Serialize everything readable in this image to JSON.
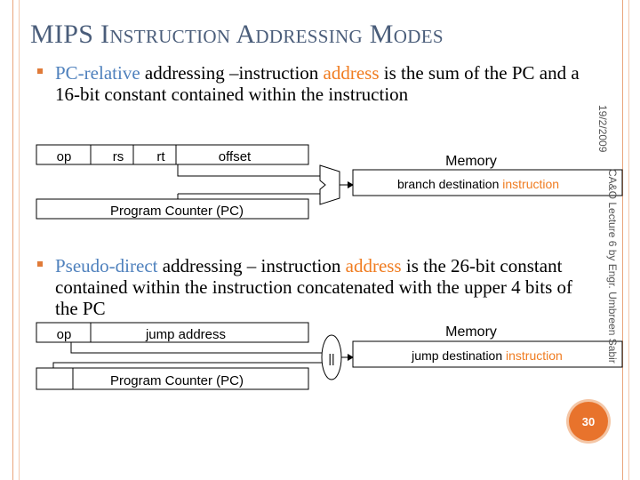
{
  "title": "MIPS Instruction Addressing Modes",
  "bullets": [
    {
      "term": "PC-relative",
      "text_before": " addressing –instruction ",
      "highlight": "address",
      "text_after": " is the sum of the PC and a 16-bit constant contained within the instruction"
    },
    {
      "term": "Pseudo-direct",
      "text_before": " addressing – instruction ",
      "highlight": "address",
      "text_after": " is the 26-bit constant contained within the instruction concatenated with the upper 4 bits of the PC"
    }
  ],
  "diagram_pc_relative": {
    "fields": [
      "op",
      "rs",
      "rt",
      "offset"
    ],
    "memory_label": "Memory",
    "dest_text": "branch destination ",
    "dest_highlight": "instruction",
    "pc_label": "Program Counter (PC)"
  },
  "diagram_pseudo_direct": {
    "fields": [
      "op",
      "jump address"
    ],
    "concat_symbol": "||",
    "memory_label": "Memory",
    "dest_text": "jump destination ",
    "dest_highlight": "instruction",
    "pc_label": "Program Counter (PC)"
  },
  "sidebar": {
    "date": "19/2/2009",
    "lecture": "CA&O Lecture 6 by Engr. Umbreen Sabir"
  },
  "page_number": "30",
  "colors": {
    "accent_orange": "#e8732c",
    "term_blue": "#4f81bd",
    "title": "#4a5d7a"
  }
}
